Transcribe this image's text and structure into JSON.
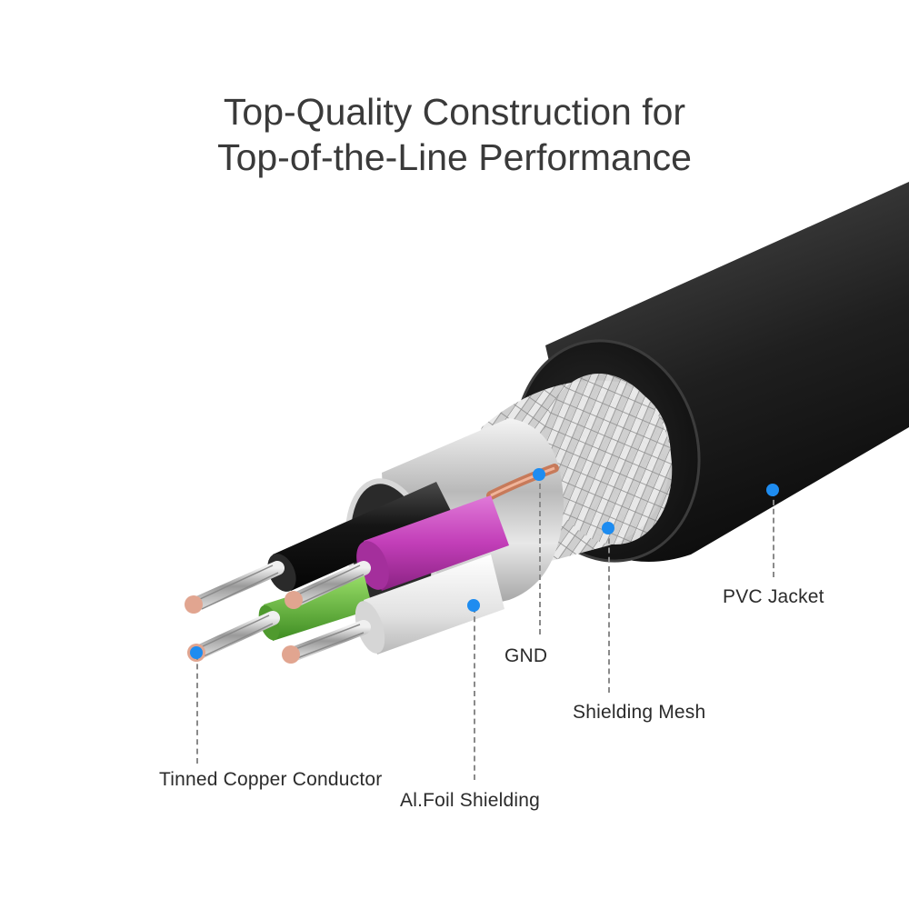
{
  "title": {
    "line1": "Top-Quality Construction for",
    "line2": "Top-of-the-Line Performance"
  },
  "callouts": {
    "tinned_copper_conductor": "Tinned Copper Conductor",
    "al_foil_shielding": "Al.Foil Shielding",
    "gnd": "GND",
    "shielding_mesh": "Shielding Mesh",
    "pvc_jacket": "PVC Jacket"
  },
  "colors": {
    "callout_dot": "#1e8cf0",
    "jacket": "#1d1d1d",
    "core_black": "#111111",
    "core_magenta": "#c840c0",
    "core_green": "#5ab33a",
    "core_white": "#e6e6e6",
    "copper": "#d9a08a"
  }
}
